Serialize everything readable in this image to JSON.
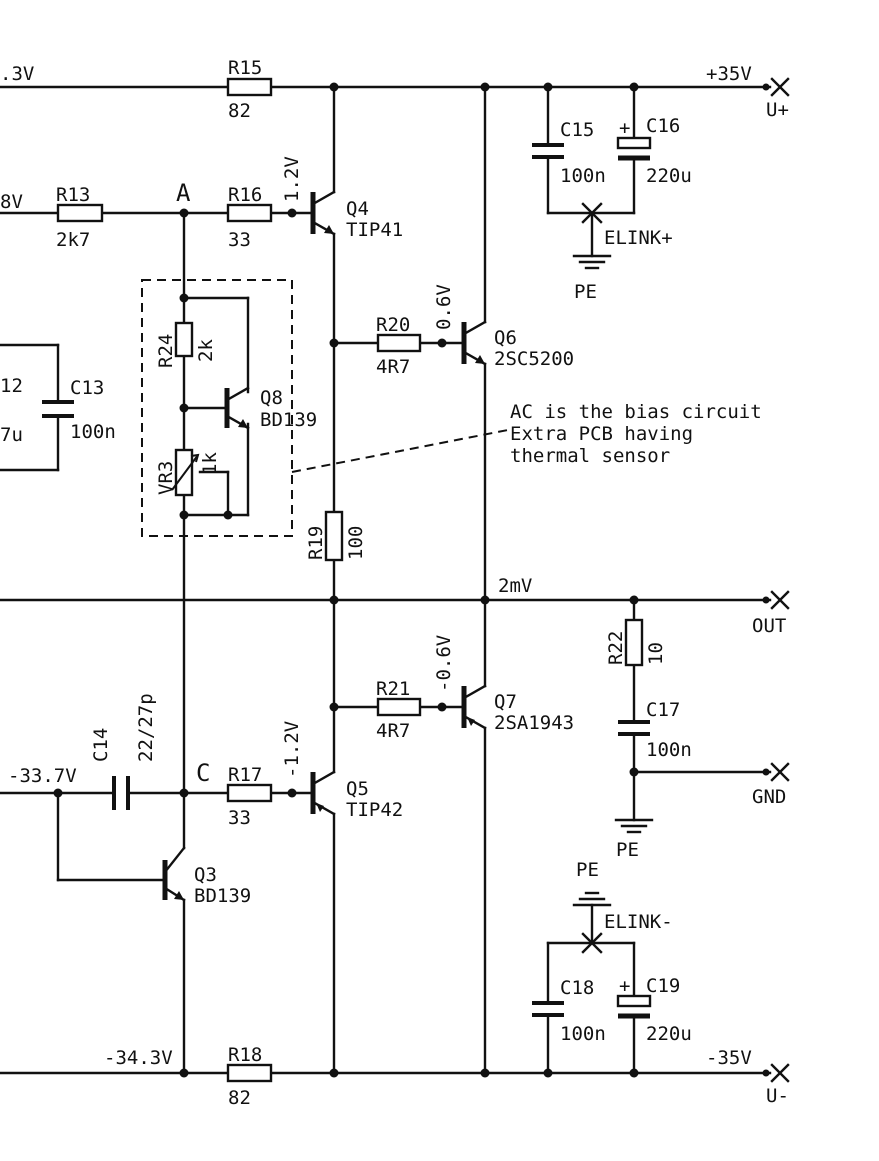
{
  "rails": {
    "top_left_partial": ".3V",
    "top_right": "+35V",
    "bottom_left": "-34.3V",
    "bottom_right": "-35V",
    "upper_left_partial": "8V",
    "c_node_voltage": "-33.7V",
    "out_voltage": "2mV"
  },
  "terminals": {
    "vplus": "U+",
    "vminus": "U-",
    "out": "OUT",
    "gnd": "GND"
  },
  "nodes": {
    "a": "A",
    "c": "C"
  },
  "components": {
    "r13": {
      "ref": "R13",
      "value": "2k7"
    },
    "r15": {
      "ref": "R15",
      "value": "82"
    },
    "r16": {
      "ref": "R16",
      "value": "33"
    },
    "r17": {
      "ref": "R17",
      "value": "33"
    },
    "r18": {
      "ref": "R18",
      "value": "82"
    },
    "r19": {
      "ref": "R19",
      "value": "100"
    },
    "r20": {
      "ref": "R20",
      "value": "4R7"
    },
    "r21": {
      "ref": "R21",
      "value": "4R7"
    },
    "r22": {
      "ref": "R22",
      "value": "10"
    },
    "r24": {
      "ref": "R24",
      "value": "2k"
    },
    "vr3": {
      "ref": "VR3",
      "value": "1k"
    },
    "c12_partial": {
      "ref": "12",
      "value": "7u"
    },
    "c13": {
      "ref": "C13",
      "value": "100n"
    },
    "c14": {
      "ref": "C14",
      "value": "22/27p"
    },
    "c15": {
      "ref": "C15",
      "value": "100n"
    },
    "c16": {
      "ref": "C16",
      "value": "220u"
    },
    "c17": {
      "ref": "C17",
      "value": "100n"
    },
    "c18": {
      "ref": "C18",
      "value": "100n"
    },
    "c19": {
      "ref": "C19",
      "value": "220u"
    },
    "q3": {
      "ref": "Q3",
      "value": "BD139"
    },
    "q4": {
      "ref": "Q4",
      "value": "TIP41"
    },
    "q5": {
      "ref": "Q5",
      "value": "TIP42"
    },
    "q6": {
      "ref": "Q6",
      "value": "2SC5200"
    },
    "q7": {
      "ref": "Q7",
      "value": "2SA1943"
    },
    "q8": {
      "ref": "Q8",
      "value": "BD139"
    }
  },
  "voltages": {
    "q4_base": "1.2V",
    "q5_base": "-1.2V",
    "q6_base": "0.6V",
    "q7_base": "-0.6V"
  },
  "earth": {
    "elink_plus": "ELINK+",
    "elink_minus": "ELINK-",
    "pe_top": "PE",
    "pe_mid": "PE",
    "pe_bottom": "PE"
  },
  "note": {
    "line1": "AC is the bias circuit",
    "line2": "Extra PCB having",
    "line3": "thermal sensor"
  }
}
